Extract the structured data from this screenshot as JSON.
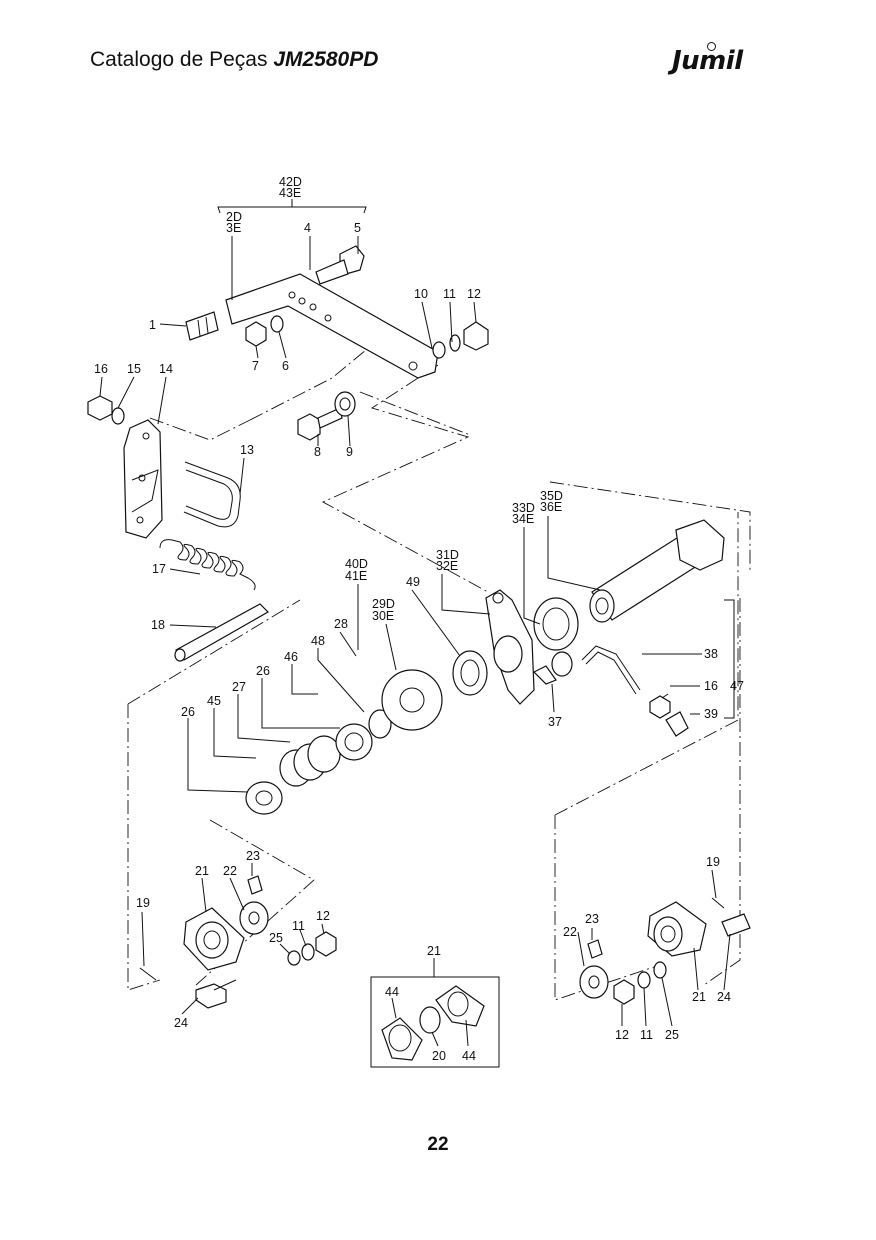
{
  "header": {
    "catalog_title": "Catalogo de Peças",
    "model": "JM2580PD",
    "brand": "Jumil"
  },
  "page_number": "22",
  "labels": {
    "l42d": "42D",
    "l43e": "43E",
    "l2d": "2D",
    "l3e": "3E",
    "l4": "4",
    "l5": "5",
    "l10": "10",
    "l11a": "11",
    "l12a": "12",
    "l1": "1",
    "l7": "7",
    "l6": "6",
    "l16a": "16",
    "l15": "15",
    "l14": "14",
    "l8": "8",
    "l9": "9",
    "l13": "13",
    "l35d": "35D",
    "l36e": "36E",
    "l33d": "33D",
    "l34e": "34E",
    "l31d": "31D",
    "l32e": "32E",
    "l40d": "40D",
    "l41e": "41E",
    "l49": "49",
    "l17": "17",
    "l29d": "29D",
    "l30e": "30E",
    "l28": "28",
    "l18": "18",
    "l48": "48",
    "l46": "46",
    "l26a": "26",
    "l27": "27",
    "l45": "45",
    "l26b": "26",
    "l38": "38",
    "l16b": "16",
    "l47": "47",
    "l39": "39",
    "l37": "37",
    "l23a": "23",
    "l21a": "21",
    "l22a": "22",
    "l19a": "19",
    "l25a": "25",
    "l11b": "11",
    "l12b": "12",
    "l24a": "24",
    "l21b": "21",
    "l44a": "44",
    "l20": "20",
    "l44b": "44",
    "l19b": "19",
    "l23b": "23",
    "l22b": "22",
    "l21c": "21",
    "l24b": "24",
    "l12c": "12",
    "l11c": "11",
    "l25b": "25"
  }
}
